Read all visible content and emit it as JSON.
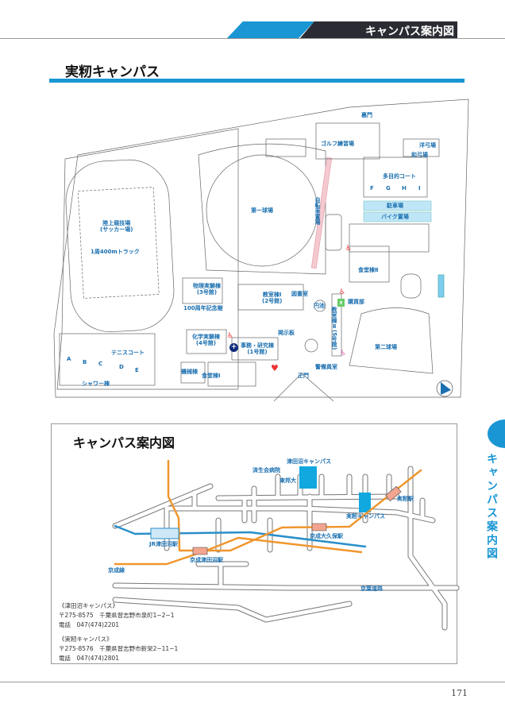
{
  "header": {
    "chapter_title": "キャンパス案内図"
  },
  "section": {
    "title": "実籾キャンパス"
  },
  "campus_map": {
    "labels": {
      "back_gate": "裏門",
      "golf": "ゴルフ練習場",
      "archery_western": "洋弓場",
      "archery_japanese": "和弓場",
      "multi_court": "多目的コート",
      "court_f": "F",
      "court_g": "G",
      "court_h": "H",
      "court_i": "I",
      "parking": "駐車場",
      "bike_parking": "バイク置場",
      "first_ballpark": "第一球場",
      "bicycle_parking": "自転車置場",
      "athletics_field": "陸上競技場",
      "athletics_field_sub": "(サッカー場)",
      "track": "1周400mトラック",
      "cafeteria2": "食堂棟Ⅱ",
      "physics": "物理実験棟",
      "physics_sub": "(3号館)",
      "classroom1": "教室棟Ⅰ",
      "classroom1_sub": "(2号館)",
      "library": "図書室",
      "pond": "円池",
      "store": "購買部",
      "memorial_tree": "100周年記念樹",
      "classroom2": "教室棟Ⅱ(5号館)",
      "chemistry": "化学実験棟",
      "chemistry_sub": "(4号館)",
      "bulletin": "掲示板",
      "admin": "事務・研究棟",
      "admin_sub": "(1号館)",
      "tennis": "テニスコート",
      "tennis_a": "A",
      "tennis_b": "B",
      "tennis_c": "C",
      "tennis_d": "D",
      "tennis_e": "E",
      "second_ballpark": "第二球場",
      "guard": "警備員室",
      "machine": "機械棟",
      "cafeteria1": "食堂棟Ⅰ",
      "main_gate": "正門",
      "shower": "シャワー棟"
    },
    "icons": [
      "wheelchair-icon",
      "restroom-icon",
      "first-aid-icon",
      "aed-icon",
      "north-arrow-icon"
    ],
    "colors": {
      "label": "#1a6fb0",
      "accent": "#1a96d4",
      "highlight": "#bfe6f7",
      "bike": "#f5c9d0"
    }
  },
  "access_map": {
    "title": "キャンパス案内図",
    "labels": {
      "tsudanuma_campus": "津田沼キャンパス",
      "saiseikai": "済生会病院",
      "toho": "東邦大",
      "mimomi_station": "実籾駅",
      "mimomi_campus": "実籾キャンパス",
      "jr_tsudanuma": "JR津田沼駅",
      "keisei_okubo": "京成大久保駅",
      "keisei_tsudanuma": "京成津田沼駅",
      "keisei_line": "京成線",
      "keiyo_road": "京葉道路"
    },
    "colors": {
      "jr_line": "#2a8fc9",
      "keisei_line": "#f0962e",
      "campus": "#11a8e0",
      "station": "#f3a58f"
    }
  },
  "addresses": [
    {
      "name": "《津田沼キャンパス》",
      "postal": "〒275-8575　千葉県習志野市泉町1−2−1",
      "phone": "電話　047(474)2201"
    },
    {
      "name": "《実籾キャンパス》",
      "postal": "〒275-8576　千葉県習志野市新栄2−11−1",
      "phone": "電話　047(474)2801"
    }
  ],
  "side_tab": {
    "label": "キャンパス案内図"
  },
  "footer": {
    "page_number": "171"
  }
}
